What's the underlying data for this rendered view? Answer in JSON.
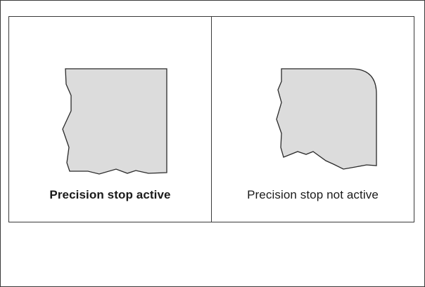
{
  "figure": {
    "left_caption": "Precision stop active",
    "right_caption": "Precision stop not active",
    "workpiece_fill": "#dcdcdc",
    "outline_color": "#2a2a2a",
    "left_corner": "sharp",
    "right_corner": "rounded"
  }
}
